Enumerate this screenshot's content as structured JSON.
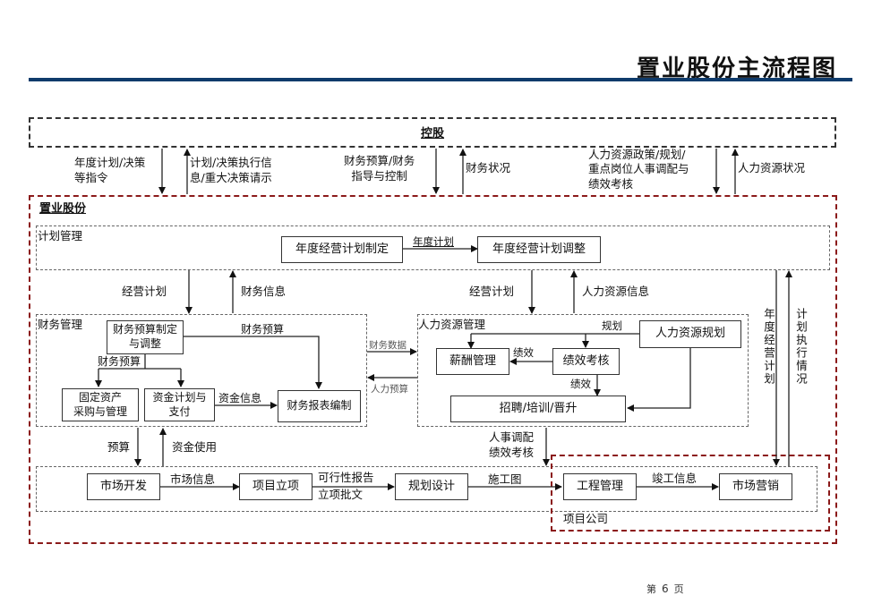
{
  "header": {
    "title": "置业股份主流程图",
    "accent_color": "#0f3b6b"
  },
  "footer": {
    "page_prefix": "第",
    "page_number": "6",
    "page_suffix": "页"
  },
  "regions": {
    "holding": "控股",
    "company": "置业股份",
    "project_company": "项目公司",
    "company_border_color": "#8b1a1a"
  },
  "holding_flows": {
    "down_1": "年度计划/决策\n等指令",
    "up_1": "计划/决策执行信\n息/重大决策请示",
    "down_2": "财务预算/财务\n指导与控制",
    "up_2": "财务状况",
    "down_3": "人力资源政策/规划/\n重点岗位人事调配与\n绩效考核",
    "up_3": "人力资源状况"
  },
  "planning": {
    "group_label": "计划管理",
    "box_make": "年度经营计划制定",
    "box_adjust": "年度经营计划调整",
    "edge_annual_plan": "年度计划"
  },
  "plan_links": {
    "to_finance": "经营计划",
    "from_finance": "财务信息",
    "to_hr": "经营计划",
    "from_hr": "人力资源信息",
    "to_marketing": "年度经营计划",
    "from_marketing": "计划执行情况"
  },
  "finance": {
    "group_label": "财务管理",
    "box_budget": "财务预算制定\n与调整",
    "box_fixed_assets": "固定资产\n采购与管理",
    "box_funds": "资金计划与\n支付",
    "box_reports": "财务报表编制",
    "edge_budget_top": "财务预算",
    "edge_budget_left": "财务预算",
    "edge_fund_info": "资金信息"
  },
  "fin_hr_links": {
    "to_hr": "财务数据",
    "to_fin": "人力预算"
  },
  "hr": {
    "group_label": "人力资源管理",
    "box_planning": "人力资源规划",
    "box_salary": "薪酬管理",
    "box_performance": "绩效考核",
    "box_recruit": "招聘/培训/晋升",
    "edge_plan": "规划",
    "edge_perf_salary": "绩效",
    "edge_perf_recruit": "绩效"
  },
  "fin_proj_links": {
    "budget": "预算",
    "fund_use": "资金使用"
  },
  "hr_proj_link": "人事调配\n绩效考核",
  "project": {
    "box_market_dev": "市场开发",
    "box_approval": "项目立项",
    "box_design": "规划设计",
    "box_engineering": "工程管理",
    "box_marketing": "市场营销",
    "edge_market_info": "市场信息",
    "edge_feasibility": "可行性报告",
    "edge_approval_doc": "立项批文",
    "edge_drawings": "施工图",
    "edge_completion": "竣工信息"
  }
}
